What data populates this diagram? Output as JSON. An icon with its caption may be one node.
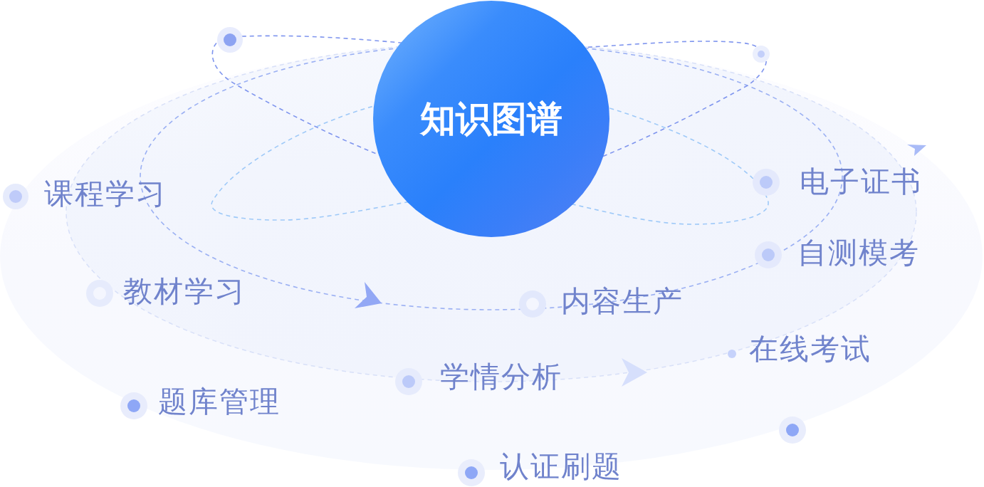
{
  "diagram": {
    "nodes": [
      {
        "text": [
          "知识图谱"
        ]
      }
    ],
    "labels": [
      "电子证书",
      "课程学习",
      "自测模考",
      "教材学习",
      "内容生产",
      "在线考试",
      "学情分析",
      "题库管理",
      "认证刷题"
    ]
  }
}
